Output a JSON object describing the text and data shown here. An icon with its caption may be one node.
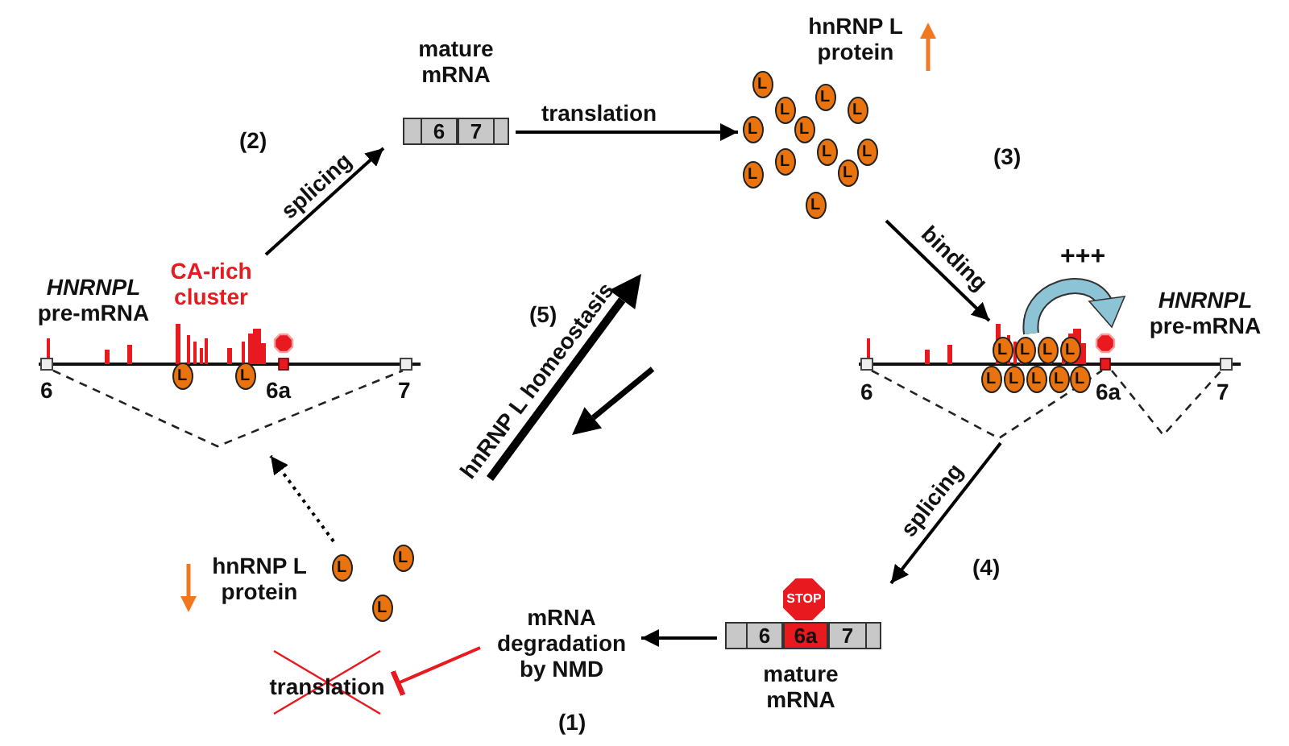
{
  "diagram": {
    "nodes": [
      {
        "text": [
          "*HNRNPL* pre-mRNA",
          "CA-rich cluster"
        ]
      },
      {
        "text": [
          "mature mRNA",
          "6",
          "7"
        ]
      },
      {
        "text": [
          "hnRNP L protein"
        ]
      },
      {
        "text": [
          "*HNRNPL* pre-mRNA"
        ]
      },
      {
        "text": [
          "STOP",
          "6",
          "6a",
          "7",
          "mature mRNA"
        ]
      },
      {
        "text": [
          "mRNA degradation by NMD"
        ]
      },
      {
        "text": [
          "translation"
        ]
      },
      {
        "text": [
          "hnRNP L protein"
        ]
      }
    ],
    "edges": [
      {
        "from": 0,
        "to": 1,
        "arrow": "to",
        "label": "splicing"
      },
      {
        "from": 1,
        "to": 2,
        "arrow": "to",
        "label": "translation"
      },
      {
        "from": 2,
        "to": 3,
        "arrow": "to",
        "label": "binding"
      },
      {
        "from": 3,
        "to": 4,
        "arrow": "to",
        "label": "splicing"
      },
      {
        "from": 4,
        "to": 5,
        "arrow": "to"
      },
      {
        "from": 5,
        "to": 6,
        "arrow": "other",
        "color": "#e8191f"
      },
      {
        "from": 7,
        "to": 0,
        "arrow": "to",
        "style": "dashed"
      }
    ],
    "labels": [
      "(2)",
      "(3)",
      "+++",
      "(5)",
      "hnRNP L homeostasis",
      "6",
      "6a",
      "7",
      "6",
      "6a",
      "7",
      "(4)",
      "(1)",
      "L",
      "L",
      "L",
      "L",
      "L",
      "L",
      "L",
      "L",
      "L",
      "L",
      "L",
      "L",
      "L",
      "L",
      "L",
      "L",
      "L",
      "L",
      "L",
      "L",
      "L",
      "L",
      "L",
      "L",
      "L",
      "L"
    ]
  }
}
